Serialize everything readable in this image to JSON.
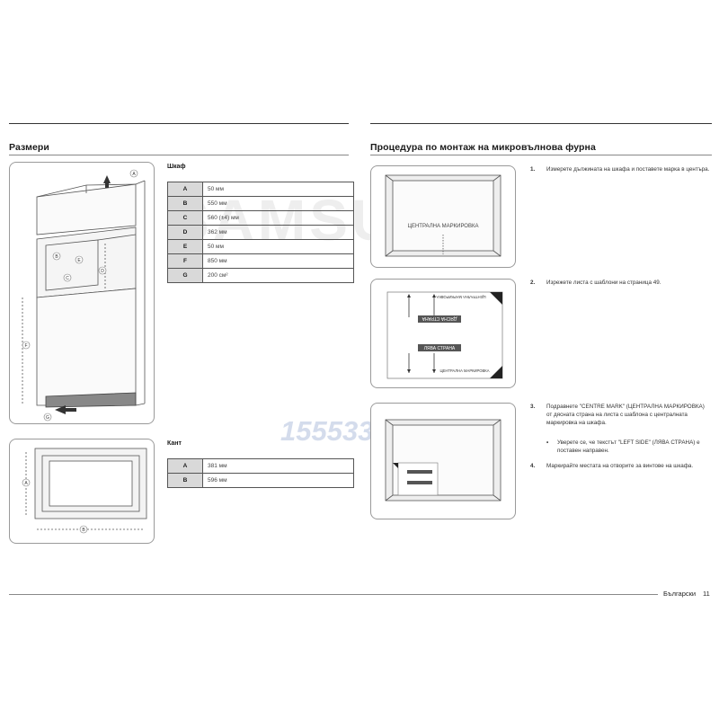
{
  "left": {
    "title": "Размери",
    "cabinet_label": "Шкаф",
    "cabinet_rows": [
      {
        "k": "A",
        "v": "50 мм"
      },
      {
        "k": "B",
        "v": "550 мм"
      },
      {
        "k": "C",
        "v": "560 (±4) мм"
      },
      {
        "k": "D",
        "v": "362 мм"
      },
      {
        "k": "E",
        "v": "50 мм"
      },
      {
        "k": "F",
        "v": "850 мм"
      },
      {
        "k": "G",
        "v": "200 см²"
      }
    ],
    "trim_label": "Кант",
    "trim_rows": [
      {
        "k": "A",
        "v": "381 мм"
      },
      {
        "k": "B",
        "v": "596 мм"
      }
    ]
  },
  "right": {
    "title": "Процедура по монтаж на микровълнова фурна",
    "fig1_text": "ЦЕНТРАЛНА МАРКИРОВКА",
    "fig2_text1": "ЦЕНТРАЛНА МАРКИРОВКА",
    "fig2_text2": "ДЯСНА СТРАНА",
    "fig2_text3": "ЛЯВА СТРАНА",
    "fig2_text4": "ЦЕНТРАЛНА МАРКИРОВКА",
    "steps": [
      {
        "n": "1.",
        "text": "Измерете дължината на шкафа и поставете марка в центъра."
      },
      {
        "n": "2.",
        "text": "Изрежете листа с шаблони на страница 49."
      },
      {
        "n": "3.",
        "text": "Подравнете \"CENTRE MARK\" (ЦЕНТРАЛНА МАРКИРОВКА) от дясната страна на листа с шаблона с централната маркировка на шкафа."
      },
      {
        "n": "•",
        "text": "Уверете се, че текстът \"LEFT SIDE\" (ЛЯВА СТРАНА) е поставен направен."
      },
      {
        "n": "4.",
        "text": "Маркирайте местата на отворите за винтове на шкафа."
      }
    ]
  },
  "watermarks": {
    "brand": "SAMSUNG",
    "number": "15553332"
  },
  "footer": {
    "language": "Български",
    "page": "11"
  }
}
